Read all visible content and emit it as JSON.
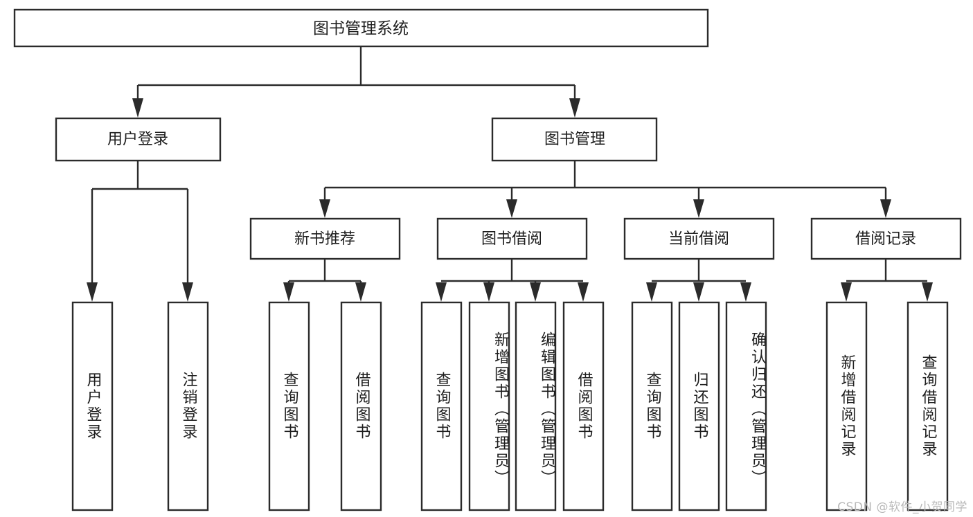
{
  "diagram": {
    "type": "tree",
    "title": "图书管理系统",
    "watermark": "CSDN @软件_小贺同学",
    "colors": {
      "stroke": "#2b2b2b",
      "fill": "#ffffff",
      "text": "#1d1d1d",
      "background": "#ffffff",
      "watermark": "#b9b9b9"
    },
    "levels": {
      "root": {
        "label": "图书管理系统"
      },
      "level2": [
        {
          "label": "用户登录"
        },
        {
          "label": "图书管理"
        }
      ],
      "level3": [
        {
          "label": "新书推荐"
        },
        {
          "label": "图书借阅"
        },
        {
          "label": "当前借阅"
        },
        {
          "label": "借阅记录"
        }
      ],
      "leaves_user_login": [
        {
          "label": "用户登录"
        },
        {
          "label": "注销登录"
        }
      ],
      "leaves_new_book": [
        {
          "label": "查询图书"
        },
        {
          "label": "借阅图书"
        }
      ],
      "leaves_borrow": [
        {
          "label": "查询图书"
        },
        {
          "label": "新增图书（管理员）"
        },
        {
          "label": "编辑图书（管理员）"
        },
        {
          "label": "借阅图书"
        }
      ],
      "leaves_current": [
        {
          "label": "查询图书"
        },
        {
          "label": "归还图书"
        },
        {
          "label": "确认归还（管理员）"
        }
      ],
      "leaves_record": [
        {
          "label": "新增借阅记录"
        },
        {
          "label": "查询借阅记录"
        }
      ]
    }
  }
}
